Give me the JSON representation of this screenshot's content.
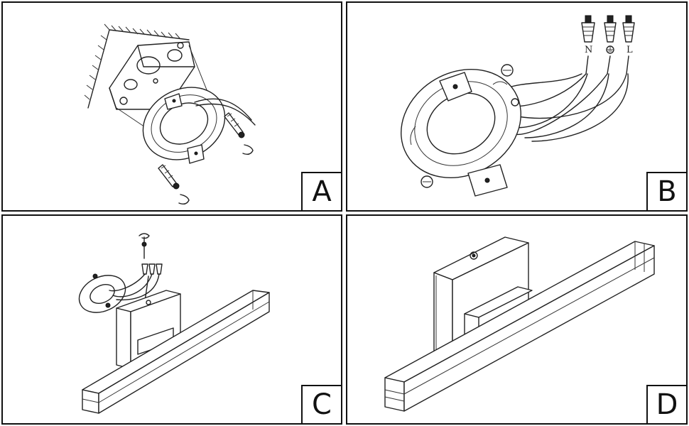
{
  "panels": [
    {
      "id": "A",
      "label": "A"
    },
    {
      "id": "B",
      "label": "B"
    },
    {
      "id": "C",
      "label": "C"
    },
    {
      "id": "D",
      "label": "D"
    }
  ],
  "wire_labels": {
    "neutral": "N",
    "live": "L"
  },
  "icons": {
    "ground": "ground-symbol-icon",
    "rotate": "rotate-arrow-icon"
  }
}
